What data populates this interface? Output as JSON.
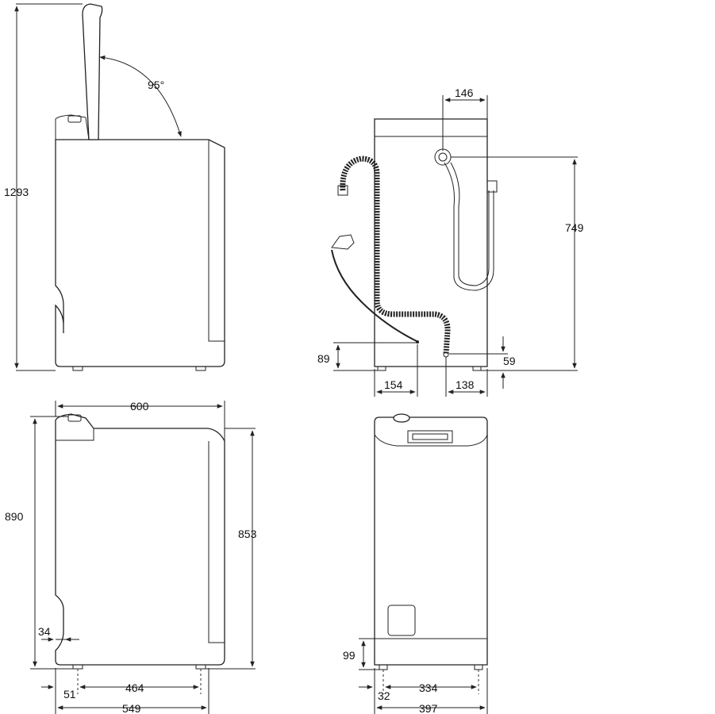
{
  "side_view_open": {
    "height": "1293",
    "lid_angle": "95°"
  },
  "rear_view_hoses": {
    "outlet_offset": "146",
    "outlet_height": "749",
    "drain_height": "89",
    "inlet_height": "59",
    "drain_offset": "154",
    "inlet_offset": "138"
  },
  "side_view_closed": {
    "depth_top": "600",
    "height_total": "890",
    "height_body": "853",
    "recess": "34",
    "foot_offset": "51",
    "foot_spacing": "464",
    "depth_base": "549"
  },
  "front_view": {
    "foot_height": "99",
    "foot_offset": "32",
    "foot_spacing": "334",
    "width": "397"
  }
}
